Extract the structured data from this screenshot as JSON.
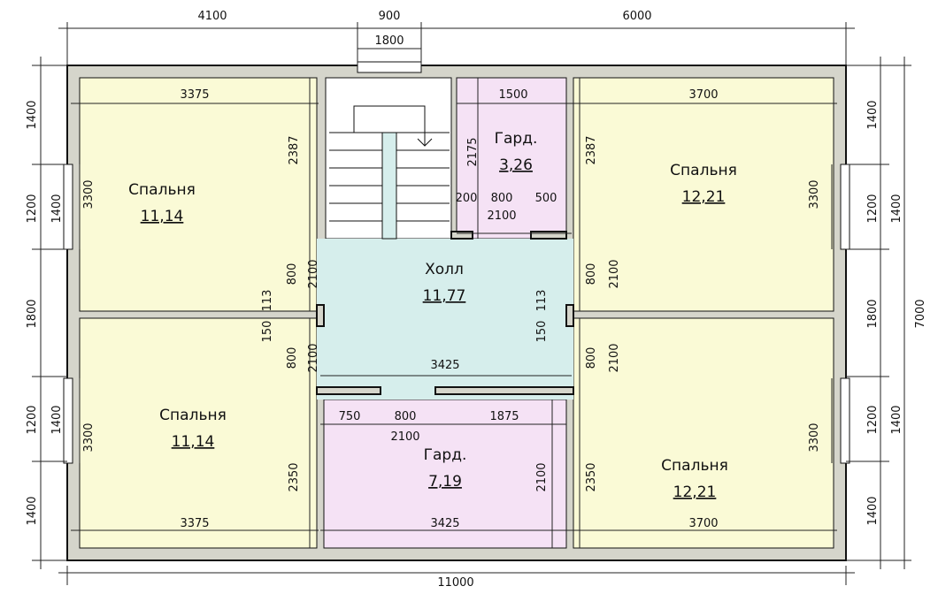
{
  "colors": {
    "bedroom": "#fafad6",
    "hall": "#d6eeec",
    "wardrobe": "#f5e2f5",
    "wall": "#d5d5cb"
  },
  "rooms": [
    {
      "name": "Спальня",
      "area": "11,14"
    },
    {
      "name": "Холл",
      "area": "11,77"
    },
    {
      "name": "Гард.",
      "area": "3,26"
    },
    {
      "name": "Спальня",
      "area": "12,21"
    },
    {
      "name": "Спальня",
      "area": "11,14"
    },
    {
      "name": "Гард.",
      "area": "7,19"
    },
    {
      "name": "Спальня",
      "area": "12,21"
    }
  ],
  "dims": [
    "4100",
    "900",
    "6000",
    "1800",
    "1400",
    "1200",
    "1400",
    "3300",
    "1800",
    "1200",
    "1400",
    "3300",
    "1400",
    "1400",
    "1200",
    "1400",
    "1800",
    "1200",
    "1400",
    "1400",
    "7000",
    "3300",
    "3300",
    "3375",
    "2387",
    "1500",
    "2175",
    "200",
    "800",
    "500",
    "2100",
    "2387",
    "3700",
    "800",
    "2100",
    "113",
    "150",
    "800",
    "2100",
    "800",
    "2100",
    "113",
    "150",
    "800",
    "2100",
    "3425",
    "750",
    "800",
    "1875",
    "2100",
    "2100",
    "3425",
    "2350",
    "2350",
    "3375",
    "3700",
    "11000"
  ]
}
